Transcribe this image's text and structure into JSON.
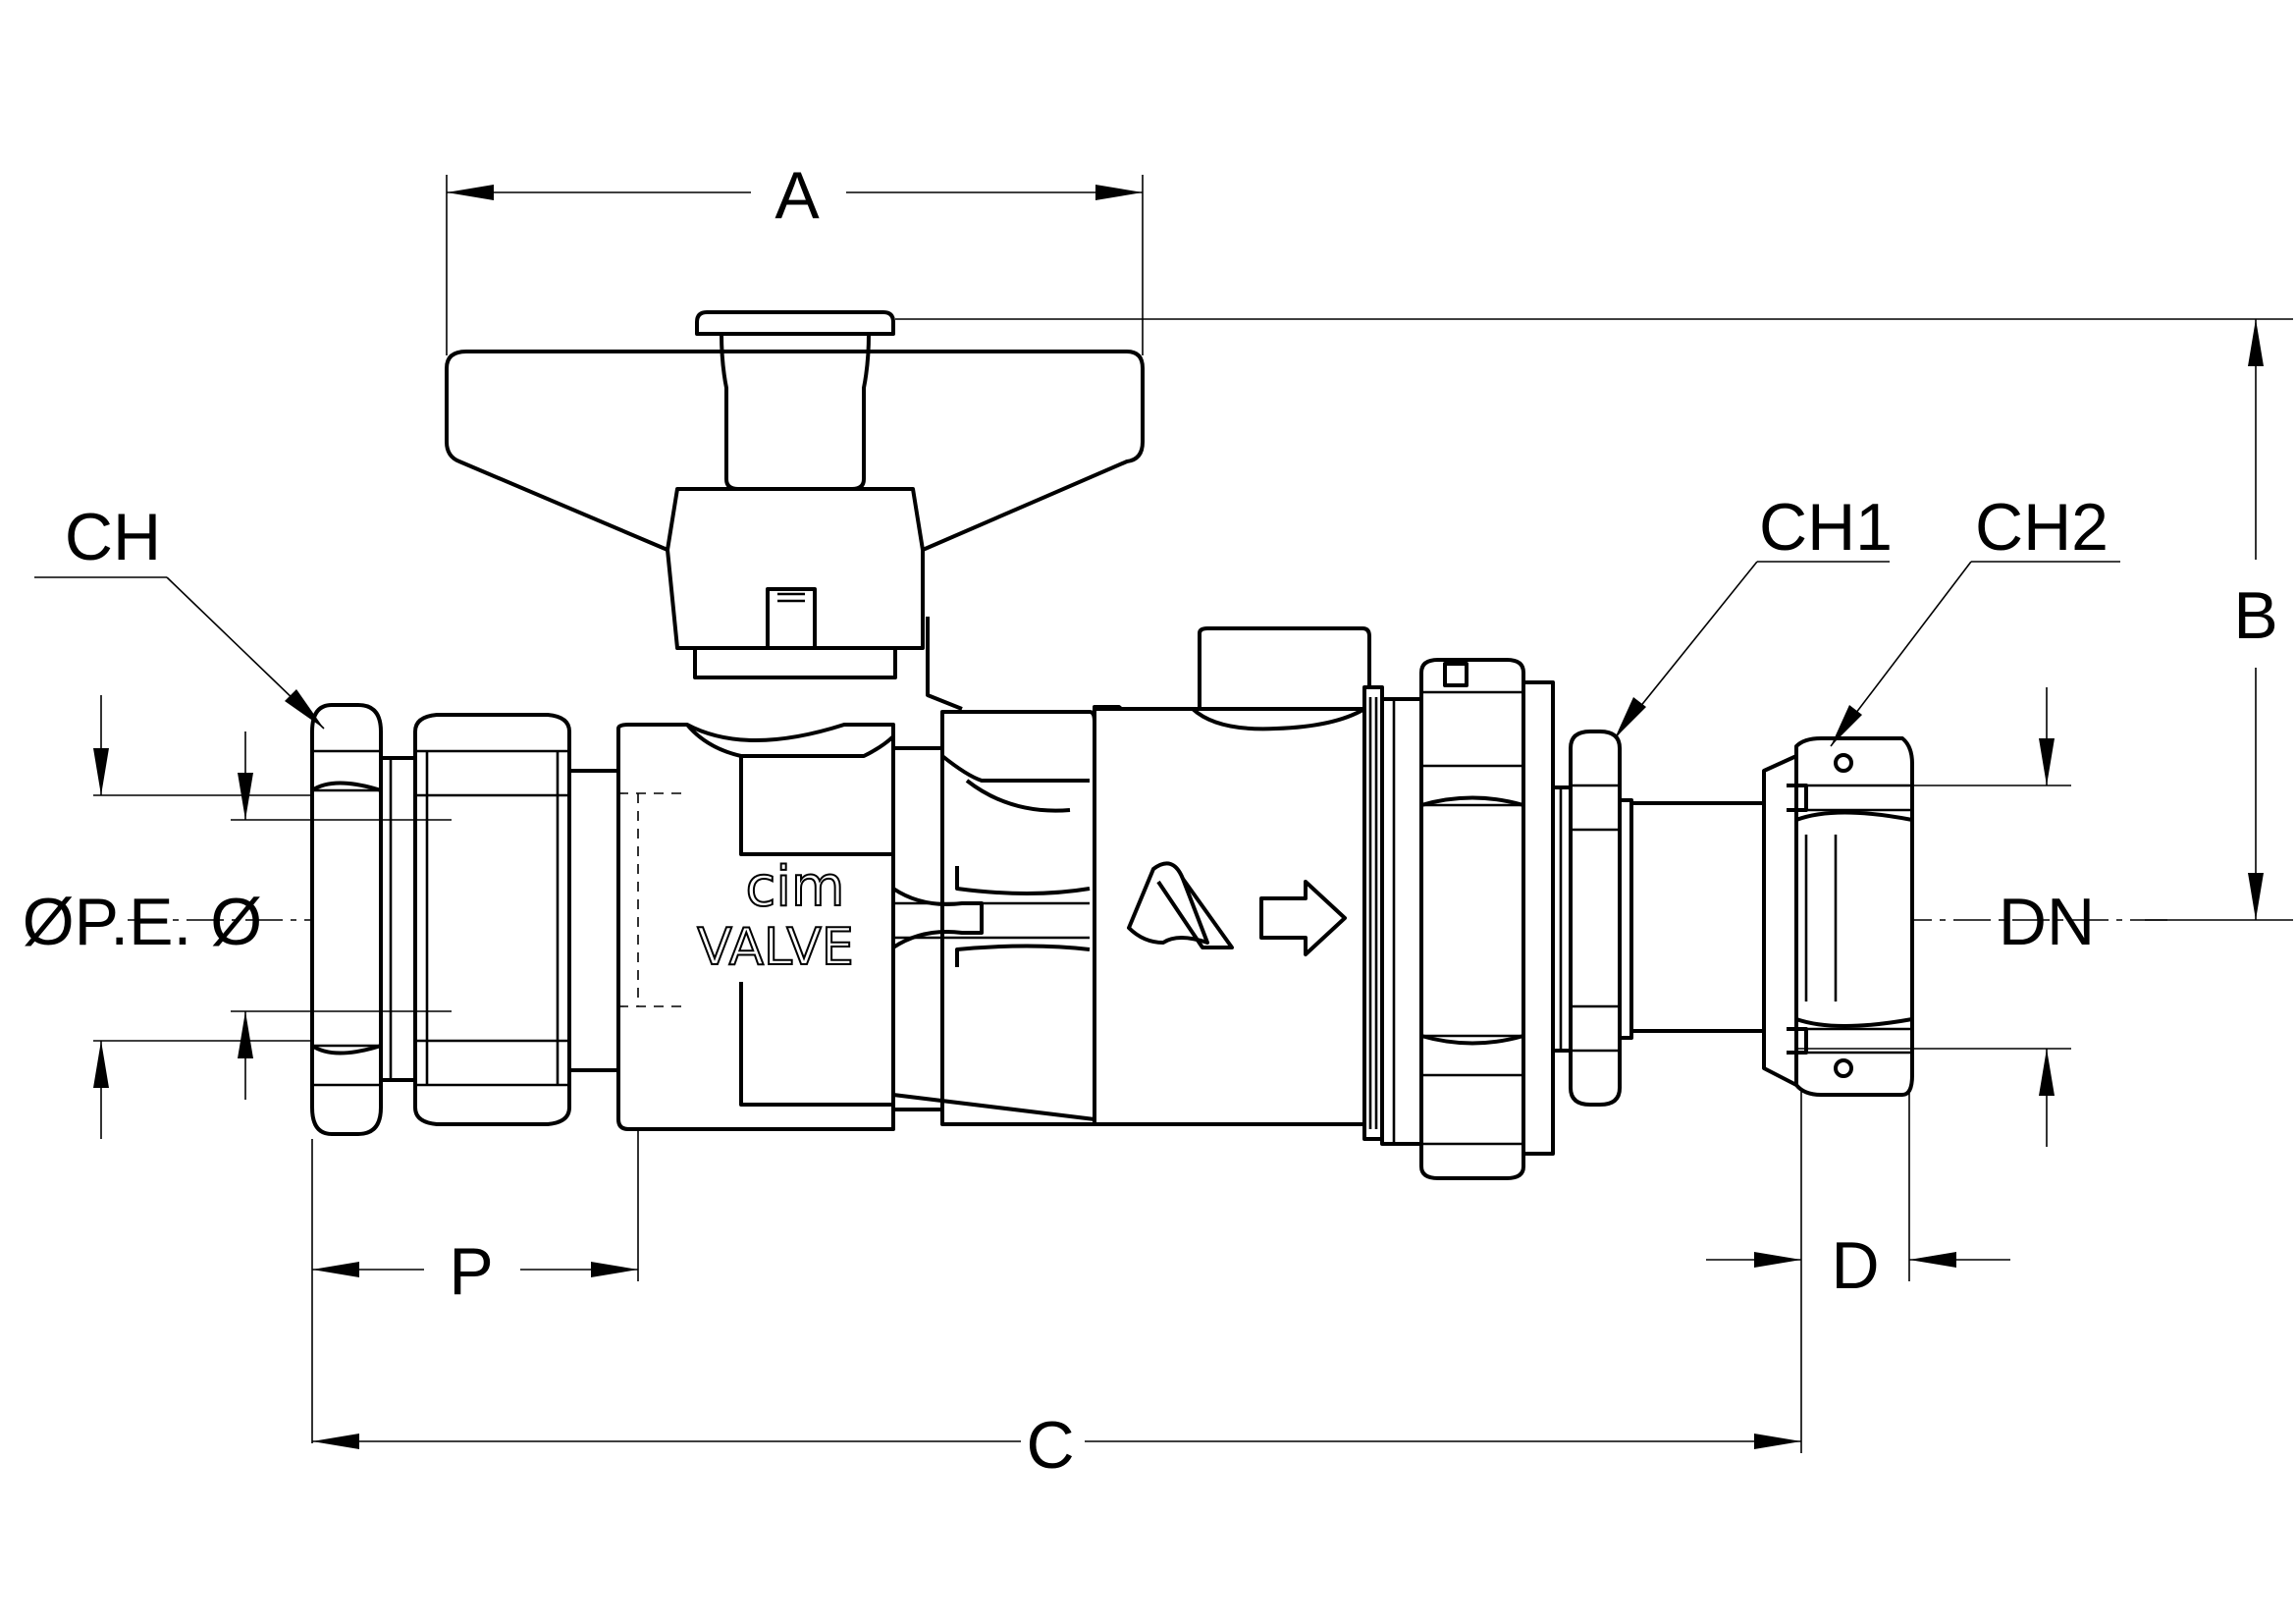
{
  "dimensions": {
    "a": "A",
    "b": "B",
    "c": "C",
    "d": "D",
    "p": "P",
    "ch": "CH",
    "ch1": "CH1",
    "ch2": "CH2",
    "dn": "DN",
    "pe_diameter": "ØP.E. Ø"
  },
  "body_marking": {
    "brand": "cim",
    "model": "VALVE"
  },
  "colors": {
    "line": "#000000",
    "background": "#ffffff"
  }
}
